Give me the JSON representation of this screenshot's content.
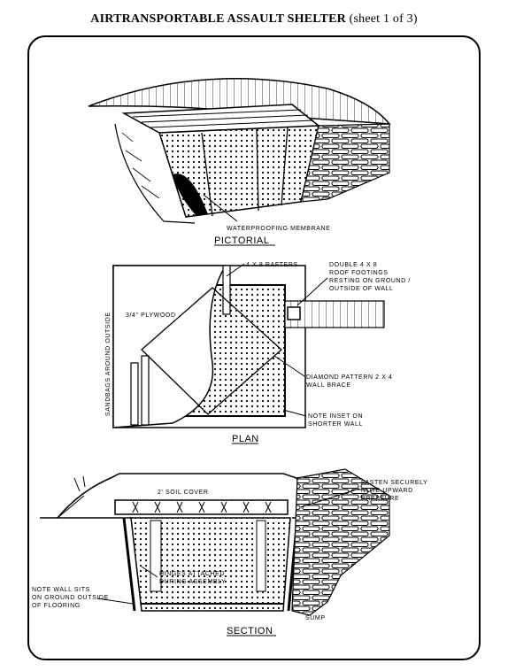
{
  "title": {
    "main": "AIRTRANSPORTABLE ASSAULT SHELTER",
    "sheet": "(sheet 1 of 3)"
  },
  "pictorial": {
    "caption": "PICTORIAL",
    "label_membrane": "WATERPROOFING MEMBRANE"
  },
  "plan": {
    "caption": "PLAN",
    "label_rafters": "4 X 8 RAFTERS",
    "label_footings_1": "DOUBLE 4 X 8",
    "label_footings_2": "ROOF FOOTINGS",
    "label_footings_3": "RESTING ON GROUND /",
    "label_footings_4": "OUTSIDE OF WALL",
    "label_plywood": "3/4\" PLYWOOD",
    "label_sandbags": "SANDBAGS AROUND OUTSIDE",
    "label_diamond_1": "DIAMOND PATTERN 2 X 4",
    "label_diamond_2": "WALL BRACE",
    "label_inset_1": "NOTE INSET ON",
    "label_inset_2": "SHORTER WALL"
  },
  "section": {
    "caption": "SECTION",
    "label_soil": "2' SOIL COVER",
    "label_fasten_1": "FASTEN SECURELY",
    "label_fasten_2": "NOTE UPWARD",
    "label_fasten_3": "PRESSURE",
    "label_hinges_1": "HINGES ATTACHED",
    "label_hinges_2": "DURING ASSEMBLY",
    "label_wall_1": "NOTE WALL SITS",
    "label_wall_2": "ON GROUND OUTSIDE",
    "label_wall_3": "OF FLOORING",
    "label_sump": "SUMP"
  }
}
